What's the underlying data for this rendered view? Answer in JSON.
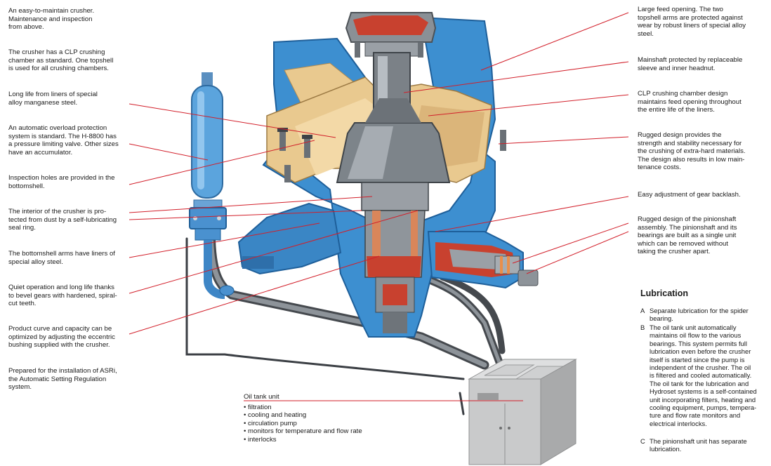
{
  "callouts_left": [
    "An easy-to-maintain crusher.\nMaintenance and inspection\nfrom above.",
    "The crusher has a CLP crushing\nchamber as standard. One topshell\nis used for all crushing chambers.",
    "Long life from liners of special\nalloy manganese steel.",
    "An automatic overload protection\nsystem is standard. The H-8800 has\na pressure limiting valve. Other sizes\nhave an accumulator.",
    "Inspection holes are provided in the\nbottomshell.",
    "The interior of the crusher is pro-\ntected from dust by a self-lubricating\nseal ring.",
    "The bottomshell arms have liners of\nspecial alloy steel.",
    "Quiet operation and long life thanks\nto bevel gears with hardened, spiral-\ncut teeth.",
    "Product curve and capacity can be\noptimized by adjusting the eccentric\nbushing supplied with the crusher.",
    "Prepared for the installation of ASRi,\nthe Automatic Setting Regulation\nsystem."
  ],
  "callouts_right": [
    "Large feed opening. The two\ntopshell arms are protected against\nwear by robust liners of special alloy\nsteel.",
    "Mainshaft protected by replaceable\nsleeve and inner headnut.",
    "CLP crushing chamber design\nmaintains feed opening throughout\nthe entire life of the liners.",
    "Rugged design provides the\nstrength and stability necessary for\nthe crushing of extra-hard materials.\nThe design also results in low main-\ntenance costs.",
    "Easy adjustment of gear backlash.",
    "Rugged design of the pinionshaft\nassembly. The pinionshaft and its\nbearings are built as a single unit\nwhich can  be removed without\ntaking the crusher apart."
  ],
  "lubrication": {
    "title": "Lubrication",
    "items": [
      {
        "key": "A",
        "text": "Separate lubrication for the spider\nbearing."
      },
      {
        "key": "B",
        "text": "The oil tank unit automatically\nmaintains oil flow to the various\nbearings. This system permits full\nlubrication even before the crusher\nitself is started since the pump is\nindependent of the crusher. The oil\nis filtered and cooled automatically.\nThe oil tank for the lubrication and\nHydroset systems is a self-contained\nunit incorporating filters, heating and\ncooling equipment, pumps, tempera-\nture and flow rate monitors and\nelectrical interlocks."
      },
      {
        "key": "C",
        "text": "The pinionshaft unit has separate\nlubrication."
      }
    ]
  },
  "oil_tank": {
    "title": "Oil tank unit",
    "items": [
      "filtration",
      "cooling and heating",
      "circulation pump",
      "monitors for temperature and flow rate",
      "interlocks"
    ]
  },
  "colors": {
    "shell_blue": "#3d8fd0",
    "shell_blue_dark": "#1e5f9a",
    "liner_tan": "#e9c98f",
    "steel_gray": "#8a9096",
    "red_part": "#c8412f",
    "leader_red": "#d21f2a",
    "pipe": "#555a60",
    "tank": "#c9cacb"
  }
}
